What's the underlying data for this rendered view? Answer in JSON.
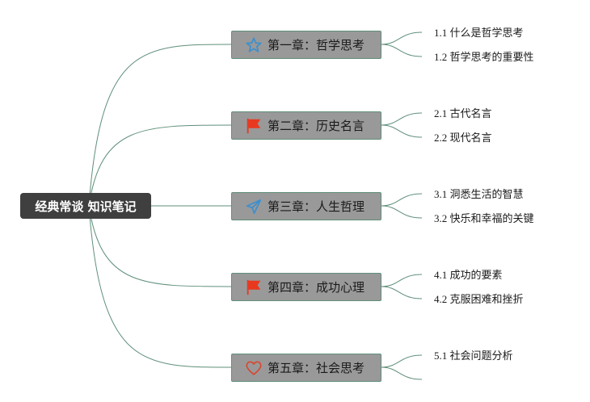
{
  "root": {
    "label": "经典常谈 知识笔记"
  },
  "chapters": [
    {
      "label": "第一章：哲学思考",
      "icon": "star-icon",
      "children": [
        "1.1 什么是哲学思考",
        "1.2 哲学思考的重要性"
      ]
    },
    {
      "label": "第二章：历史名言",
      "icon": "flag-icon",
      "children": [
        "2.1 古代名言",
        "2.2 现代名言"
      ]
    },
    {
      "label": "第三章：人生哲理",
      "icon": "paper-plane-icon",
      "children": [
        "3.1 洞悉生活的智慧",
        "3.2 快乐和幸福的关键"
      ]
    },
    {
      "label": "第四章：成功心理",
      "icon": "flag-icon",
      "children": [
        "4.1 成功的要素",
        "4.2 克服困难和挫折"
      ]
    },
    {
      "label": "第五章：社会思考",
      "icon": "heart-icon",
      "children": [
        "5.1 社会问题分析",
        ""
      ]
    }
  ],
  "colors": {
    "root_bg": "#3f3f3f",
    "chapter_bg": "#999999",
    "chapter_border": "#5f8f7a",
    "link": "#5f8f7a",
    "star": "#3a8fd0",
    "flag": "#e8391f",
    "plane": "#3a8fd0",
    "heart": "#d9452f"
  }
}
